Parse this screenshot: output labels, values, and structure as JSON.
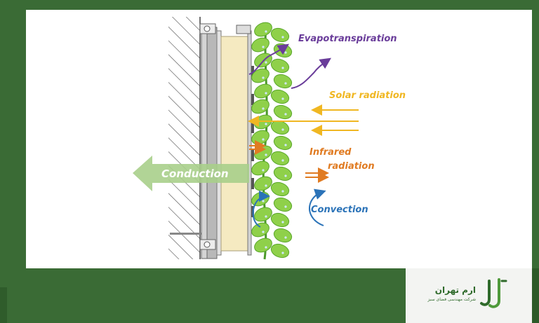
{
  "diagram": {
    "labels": {
      "evapotranspiration": "Evapotranspiration",
      "solar": "Solar radiation",
      "infrared_line1": "Infrared",
      "infrared_line2": "radiation",
      "convection": "Convection",
      "conduction": "Conduction"
    },
    "colors": {
      "evapotranspiration": "#6a3d9a",
      "solar": "#f0b722",
      "infrared": "#e07b22",
      "convection": "#2b73b8",
      "conduction": "#a9cf8b",
      "leaf": "#8fd04a"
    }
  },
  "brand": {
    "name": "ارم تهران",
    "subtitle": "شرکت مهندسی فضای سبز",
    "logo_icon": "jj-logo-icon"
  }
}
